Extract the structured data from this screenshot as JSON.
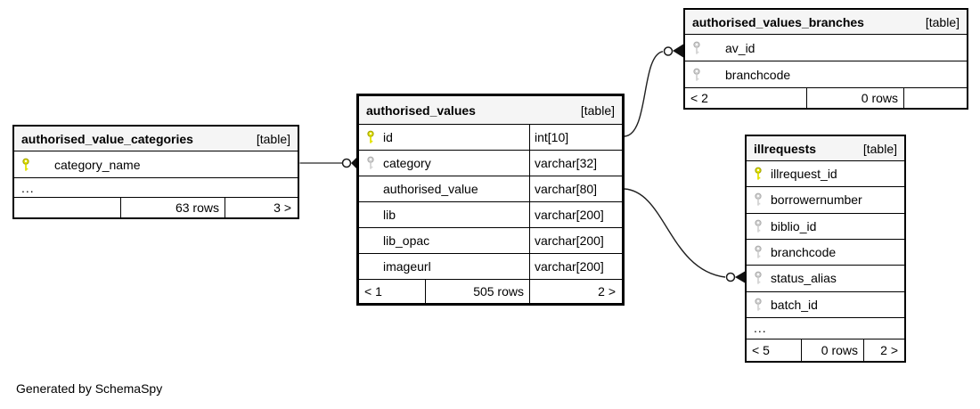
{
  "footer_note": "Generated by SchemaSpy",
  "colors": {
    "pk_key_fill": "#e3e300",
    "pk_key_stroke": "#9f9f00",
    "fk_key_fill": "#d4d4d4",
    "fk_key_stroke": "#a9a9a9",
    "header_bg": "#f5f5f5",
    "border": "#000000",
    "edge": "#383838"
  },
  "tables": [
    {
      "id": "authorised_value_categories",
      "name": "authorised_value_categories",
      "tag": "[table]",
      "columns": [
        {
          "name": "category_name",
          "key": "pk"
        }
      ],
      "ellipsis": "...",
      "footer": {
        "left": "",
        "rows": "63 rows",
        "right": "3 >"
      }
    },
    {
      "id": "authorised_values",
      "name": "authorised_values",
      "tag": "[table]",
      "columns": [
        {
          "name": "id",
          "key": "pk",
          "type": "int[10]"
        },
        {
          "name": "category",
          "key": "fk",
          "type": "varchar[32]"
        },
        {
          "name": "authorised_value",
          "key": "",
          "type": "varchar[80]"
        },
        {
          "name": "lib",
          "key": "",
          "type": "varchar[200]"
        },
        {
          "name": "lib_opac",
          "key": "",
          "type": "varchar[200]"
        },
        {
          "name": "imageurl",
          "key": "",
          "type": "varchar[200]"
        }
      ],
      "footer": {
        "left": "< 1",
        "rows": "505 rows",
        "right": "2 >"
      }
    },
    {
      "id": "authorised_values_branches",
      "name": "authorised_values_branches",
      "tag": "[table]",
      "columns": [
        {
          "name": "av_id",
          "key": "fk"
        },
        {
          "name": "branchcode",
          "key": "fk"
        }
      ],
      "footer": {
        "left": "< 2",
        "rows": "0 rows",
        "right": ""
      }
    },
    {
      "id": "illrequests",
      "name": "illrequests",
      "tag": "[table]",
      "columns": [
        {
          "name": "illrequest_id",
          "key": "pk"
        },
        {
          "name": "borrowernumber",
          "key": "fk"
        },
        {
          "name": "biblio_id",
          "key": "fk"
        },
        {
          "name": "branchcode",
          "key": "fk"
        },
        {
          "name": "status_alias",
          "key": "fk"
        },
        {
          "name": "batch_id",
          "key": "fk"
        }
      ],
      "ellipsis": "...",
      "footer": {
        "left": "< 5",
        "rows": "0 rows",
        "right": "2 >"
      }
    }
  ],
  "relationships": [
    {
      "from": "authorised_value_categories.category_name",
      "to": "authorised_values.category"
    },
    {
      "from": "authorised_values.id",
      "to": "authorised_values_branches.av_id"
    },
    {
      "from": "authorised_values.authorised_value",
      "to": "illrequests.status_alias"
    }
  ]
}
